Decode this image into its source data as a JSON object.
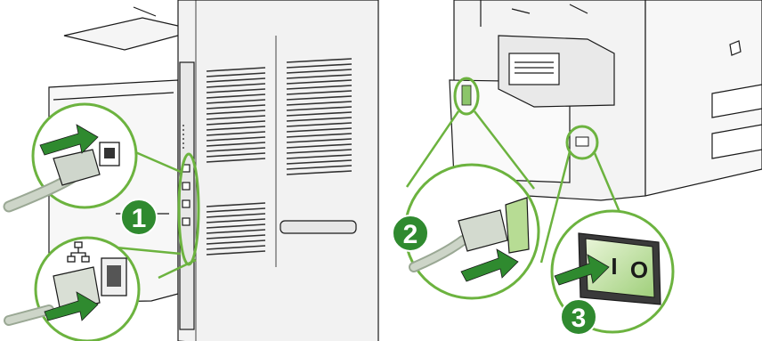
{
  "colors": {
    "accent_green": "#6cb33f",
    "dark_green": "#2f8a2f",
    "line": "#1a1a1a",
    "device_gray": "#f2f2f2",
    "cable_gray": "#cdd5c8"
  },
  "steps": [
    {
      "number": "1",
      "action": "connect-data-cables"
    },
    {
      "number": "2",
      "action": "connect-power-cord"
    },
    {
      "number": "3",
      "action": "turn-power-switch-on"
    }
  ],
  "callouts": {
    "usb": {
      "icon": "usb-plug-icon"
    },
    "network": {
      "icon": "network-icon"
    },
    "power_inlet": {
      "icon": "power-plug-icon"
    },
    "power_switch": {
      "icon": "power-switch-icon",
      "on_mark": "I",
      "off_mark": "O"
    }
  }
}
